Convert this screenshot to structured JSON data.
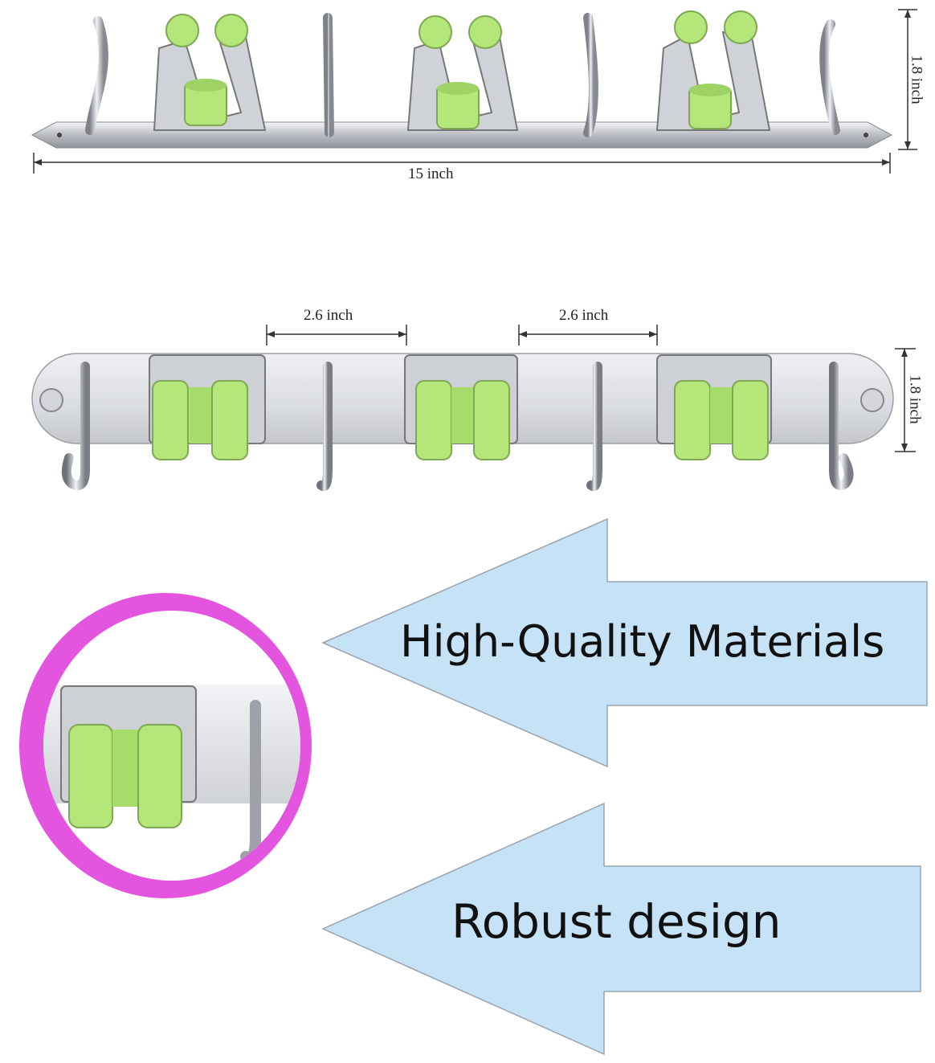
{
  "dimensions": {
    "top_height": "1.8 inch",
    "top_width": "15 inch",
    "spacing_left": "2.6 inch",
    "spacing_right": "2.6 inch",
    "front_height": "1.8 inch"
  },
  "callouts": {
    "materials": "High-Quality Materials",
    "design": "Robust design"
  },
  "colors": {
    "arrow_fill": "#c6e2f7",
    "ring": "#e455df",
    "clip_green": "#b4e67a",
    "steel": "#c9ccd1"
  }
}
